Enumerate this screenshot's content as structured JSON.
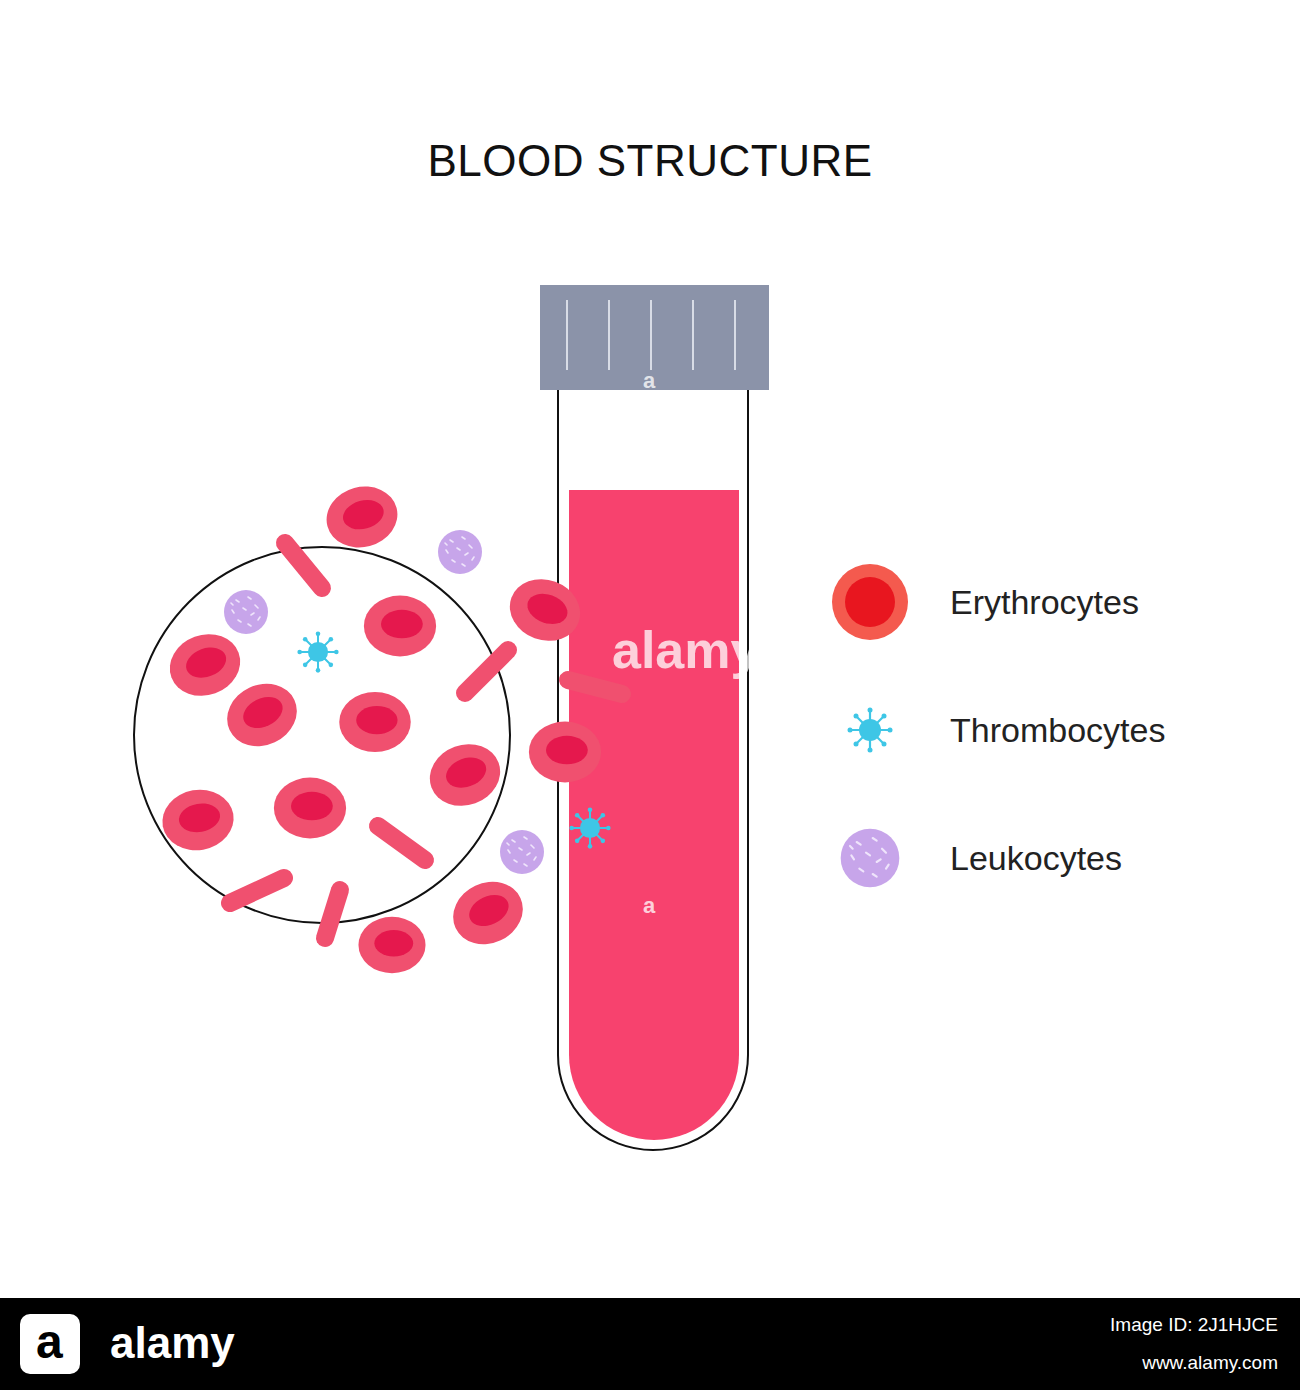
{
  "diagram": {
    "title": "BLOOD STRUCTURE",
    "labels": [
      "a",
      "alamy",
      "a",
      "a",
      "alamy",
      "Image ID: 2J1HJCE",
      "www.alamy.com"
    ],
    "legend": [
      {
        "text": "Erythrocytes"
      },
      {
        "text": "Thrombocytes"
      },
      {
        "text": "Leukocytes"
      }
    ]
  }
}
